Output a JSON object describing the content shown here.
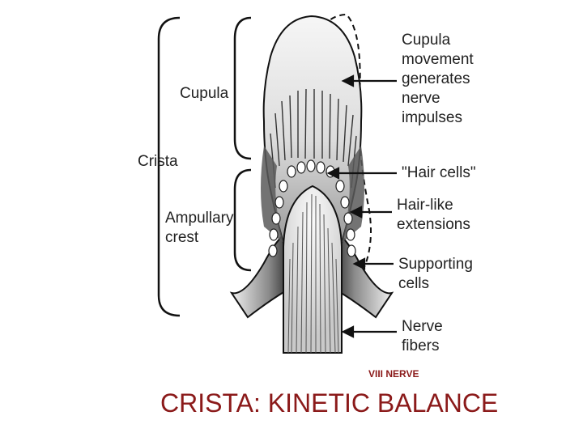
{
  "labels": {
    "crista": "Crista",
    "cupula": "Cupula",
    "ampullary_crest": [
      "Ampullary",
      "crest"
    ],
    "cupula_movement": [
      "Cupula",
      "movement",
      "generates",
      "nerve",
      "impulses"
    ],
    "hair_cells": "\"Hair cells\"",
    "hair_like_extensions": [
      "Hair-like",
      "extensions"
    ],
    "supporting_cells": [
      "Supporting",
      "cells"
    ],
    "nerve_fibers": [
      "Nerve",
      "fibers"
    ]
  },
  "caption": "VIII NERVE",
  "title": "CRISTA: KINETIC BALANCE",
  "colors": {
    "title": "#8b1a1a",
    "caption": "#8b1a1a",
    "outline": "#111111",
    "label": "#222222"
  }
}
